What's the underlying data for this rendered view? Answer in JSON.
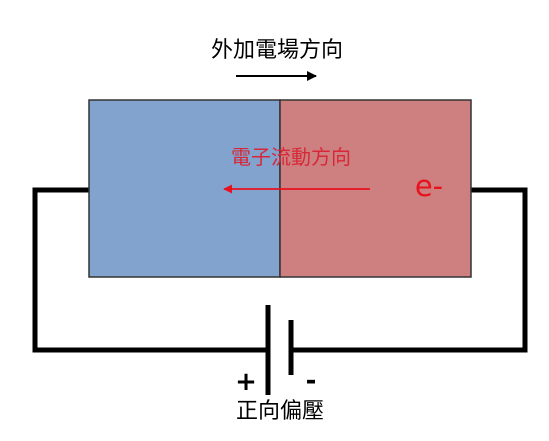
{
  "labels": {
    "external_field_direction": "外加電場方向",
    "electron_flow_direction": "電子流動方向",
    "electron": "e-",
    "positive_terminal": "+",
    "negative_terminal": "-",
    "forward_bias": "正向偏壓"
  },
  "colors": {
    "p_region": "#82A3CE",
    "n_region": "#CE8080",
    "electron_arrow": "#E8121E",
    "electron_text": "#E8121E",
    "electron_flow_text": "#D62839",
    "wire": "#000000",
    "region_border": "#333333"
  }
}
